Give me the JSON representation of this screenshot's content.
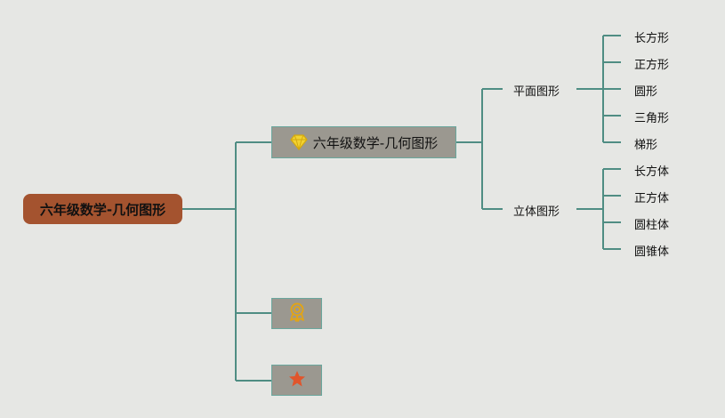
{
  "root": {
    "label": "六年级数学-几何图形"
  },
  "main_topic": {
    "label": "六年级数学-几何图形",
    "icon": "diamond-icon"
  },
  "icon_topics": [
    {
      "icon": "award-medal-icon",
      "color": "#e0a419"
    },
    {
      "icon": "star-icon",
      "color": "#e0552c"
    }
  ],
  "categories": [
    {
      "label": "平面图形",
      "items": [
        "长方形",
        "正方形",
        "圆形",
        "三角形",
        "梯形"
      ]
    },
    {
      "label": "立体图形",
      "items": [
        "长方体",
        "正方体",
        "圆柱体",
        "圆锥体"
      ]
    }
  ],
  "colors": {
    "background": "#e6e7e4",
    "root_fill": "#a4532f",
    "topic_fill": "#9b9890",
    "connector": "#4f8d83"
  }
}
